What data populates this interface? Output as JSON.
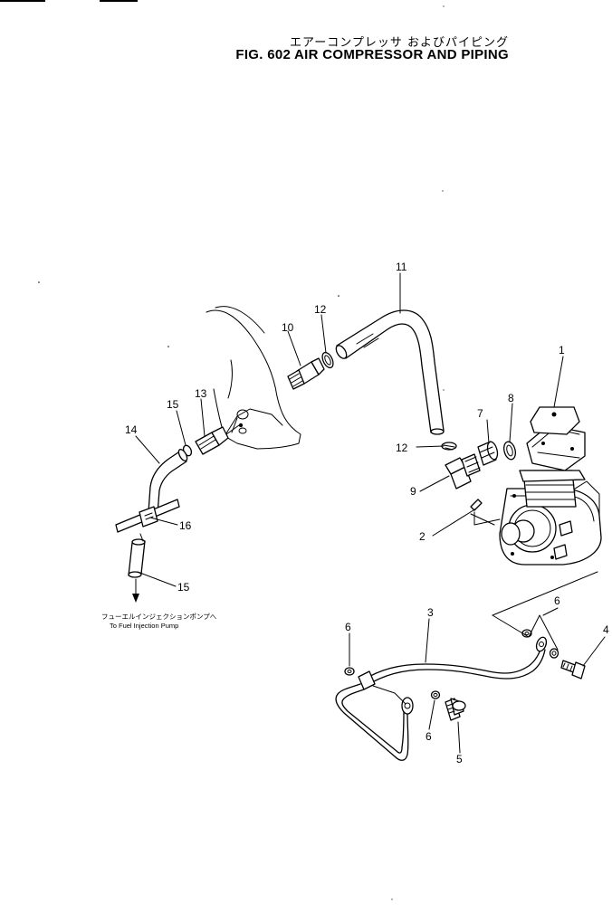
{
  "header": {
    "title_jp": "エアーコンプレッサ およびパイピング",
    "title_en": "FIG. 602  AIR COMPRESSOR AND PIPING"
  },
  "note": {
    "jp": "フューエルインジェクションポンプへ",
    "en": "To Fuel Injection Pump"
  },
  "callouts": [
    {
      "id": "c-1",
      "text": "1"
    },
    {
      "id": "c-2",
      "text": "2"
    },
    {
      "id": "c-3",
      "text": "3"
    },
    {
      "id": "c-4",
      "text": "4"
    },
    {
      "id": "c-5",
      "text": "5"
    },
    {
      "id": "c-6a",
      "text": "6"
    },
    {
      "id": "c-6b",
      "text": "6"
    },
    {
      "id": "c-6c",
      "text": "6"
    },
    {
      "id": "c-7",
      "text": "7"
    },
    {
      "id": "c-8",
      "text": "8"
    },
    {
      "id": "c-9",
      "text": "9"
    },
    {
      "id": "c-10",
      "text": "10"
    },
    {
      "id": "c-11",
      "text": "11"
    },
    {
      "id": "c-12a",
      "text": "12"
    },
    {
      "id": "c-12b",
      "text": "12"
    },
    {
      "id": "c-13",
      "text": "13"
    },
    {
      "id": "c-14",
      "text": "14"
    },
    {
      "id": "c-15a",
      "text": "15"
    },
    {
      "id": "c-15b",
      "text": "15"
    },
    {
      "id": "c-16",
      "text": "16"
    }
  ]
}
